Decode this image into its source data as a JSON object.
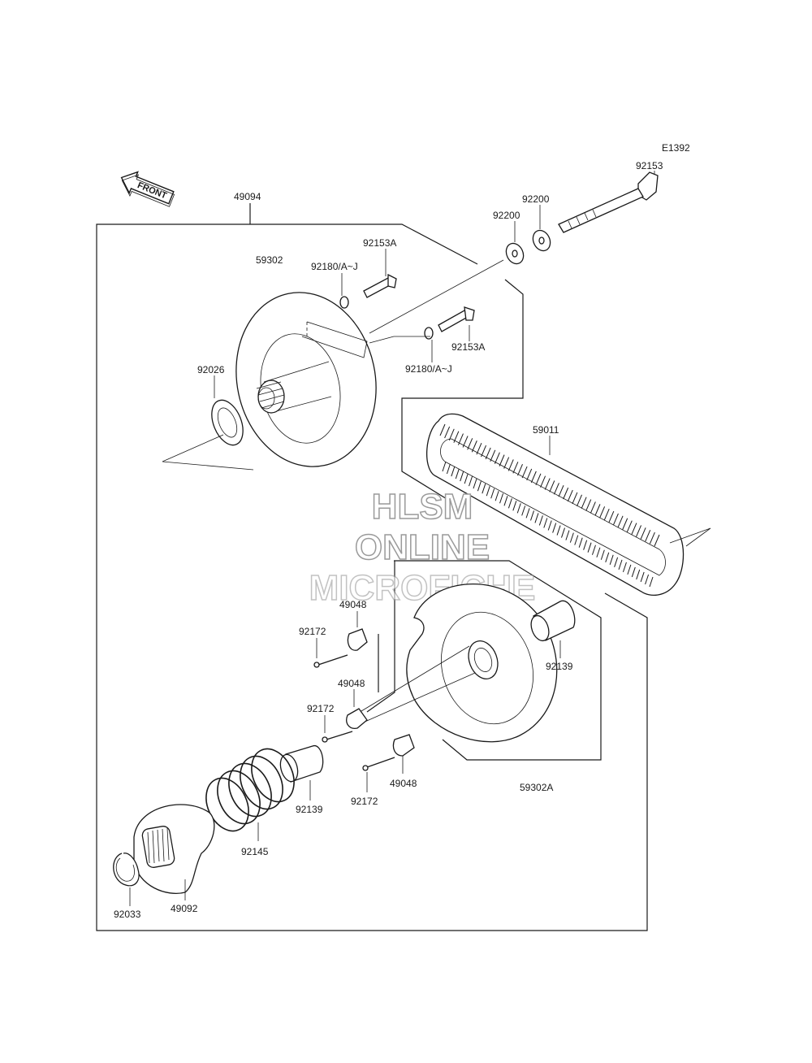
{
  "diagram_code": "E1392",
  "front_label": "FRONT",
  "watermark": {
    "line1": "HLSM",
    "line2": "ONLINE",
    "line3": "MICROFICHE"
  },
  "part_labels": {
    "p92153": "92153",
    "p92200_a": "92200",
    "p92200_b": "92200",
    "p49094": "49094",
    "p92153A_a": "92153A",
    "p59302": "59302",
    "p92180_a": "92180/A~J",
    "p92153A_b": "92153A",
    "p92180_b": "92180/A~J",
    "p92026": "92026",
    "p59011": "59011",
    "p49048_a": "49048",
    "p92172_a": "92172",
    "p49048_b": "49048",
    "p92172_b": "92172",
    "p92139_a": "92139",
    "p92139_b": "92139",
    "p92172_c": "92172",
    "p49048_c": "49048",
    "p59302A": "59302A",
    "p92145": "92145",
    "p92033": "92033",
    "p49092": "49092"
  }
}
